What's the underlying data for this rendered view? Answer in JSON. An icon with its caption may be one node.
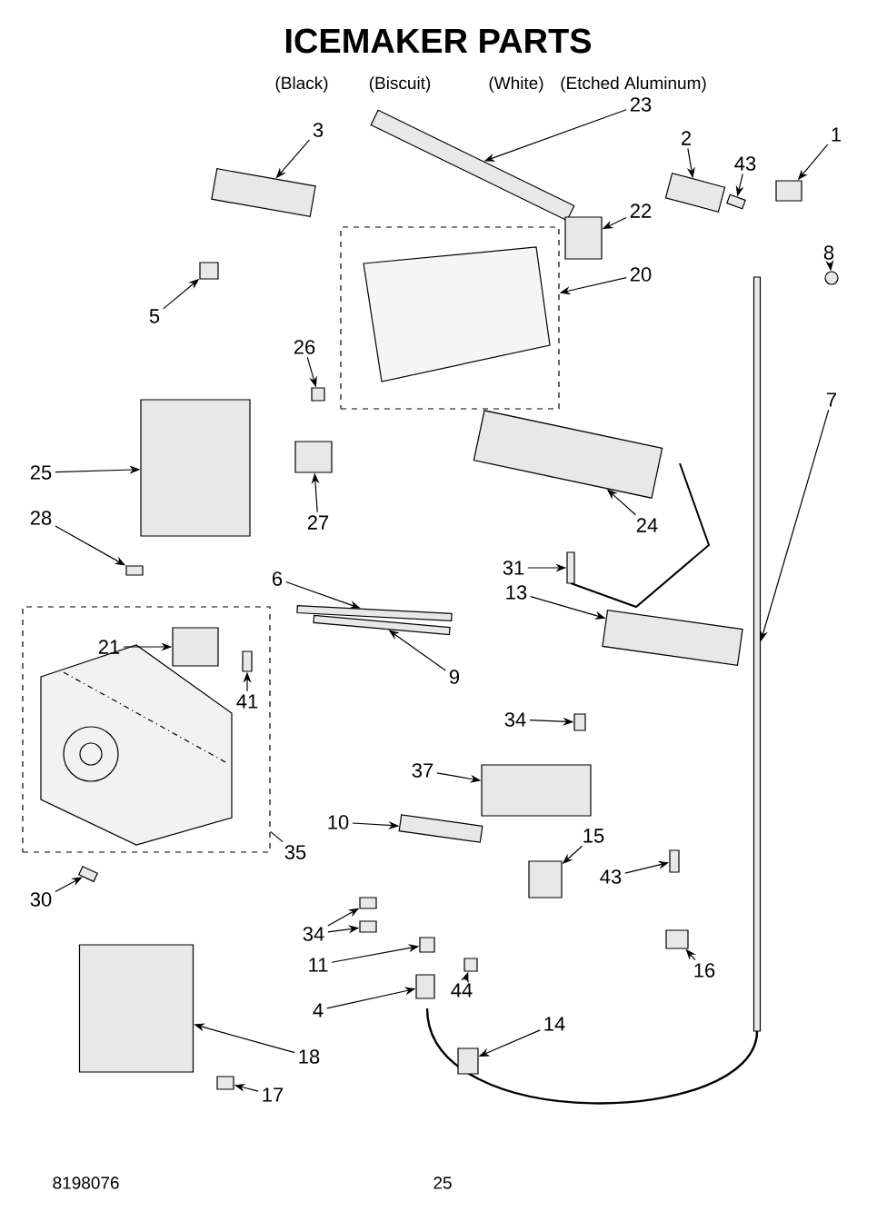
{
  "diagram": {
    "title": "ICEMAKER PARTS",
    "nodes": [
      {
        "text": [
          "3"
        ]
      },
      {
        "text": [],
        "shape": "box"
      },
      {
        "text": [
          "23"
        ]
      },
      {
        "text": [],
        "shape": "box"
      },
      {
        "text": [
          "2"
        ]
      },
      {
        "text": [],
        "shape": "box"
      },
      {
        "text": [
          "43"
        ]
      },
      {
        "text": [],
        "shape": "box"
      },
      {
        "text": [
          "1"
        ]
      },
      {
        "text": [],
        "shape": "box"
      },
      {
        "text": [
          "22"
        ]
      },
      {
        "text": [],
        "shape": "box"
      },
      {
        "text": [
          "8"
        ]
      },
      {
        "text": [],
        "shape": "circle"
      },
      {
        "text": [
          "20"
        ]
      },
      {
        "text": [],
        "shape": "box"
      },
      {
        "text": [
          "5"
        ]
      },
      {
        "text": [],
        "shape": "box"
      },
      {
        "text": [
          "26"
        ]
      },
      {
        "text": [],
        "shape": "box"
      },
      {
        "text": [
          "7"
        ]
      },
      {
        "text": [],
        "shape": "box"
      },
      {
        "text": [
          "25"
        ]
      },
      {
        "text": [],
        "shape": "box"
      },
      {
        "text": [
          "27"
        ]
      },
      {
        "text": [],
        "shape": "box"
      },
      {
        "text": [
          "24"
        ]
      },
      {
        "text": [],
        "shape": "box"
      },
      {
        "text": [
          "28"
        ]
      },
      {
        "text": [],
        "shape": "box"
      },
      {
        "text": [
          "6"
        ]
      },
      {
        "text": [],
        "shape": "box"
      },
      {
        "text": [
          "31"
        ]
      },
      {
        "text": [],
        "shape": "box"
      },
      {
        "text": [
          "13"
        ]
      },
      {
        "text": [],
        "shape": "box"
      },
      {
        "text": [
          "35"
        ]
      },
      {
        "text": [],
        "shape": "box"
      },
      {
        "text": [
          "21"
        ],
        "in": 37
      },
      {
        "text": [],
        "shape": "box",
        "in": 37
      },
      {
        "text": [
          "41"
        ],
        "in": 37
      },
      {
        "text": [],
        "shape": "box",
        "in": 37
      },
      {
        "text": [
          "9"
        ]
      },
      {
        "text": [],
        "shape": "box"
      },
      {
        "text": [
          "34"
        ]
      },
      {
        "text": [],
        "shape": "box"
      },
      {
        "text": [
          "37"
        ]
      },
      {
        "text": [],
        "shape": "box"
      },
      {
        "text": [
          "10"
        ]
      },
      {
        "text": [],
        "shape": "box"
      },
      {
        "text": [
          "30"
        ]
      },
      {
        "text": [],
        "shape": "box"
      },
      {
        "text": [
          "15"
        ]
      },
      {
        "text": [],
        "shape": "box"
      },
      {
        "text": [
          "43"
        ]
      },
      {
        "text": [],
        "shape": "box"
      },
      {
        "text": [
          "34"
        ]
      },
      {
        "text": [],
        "shape": "box"
      },
      {
        "text": [],
        "shape": "box"
      },
      {
        "text": [
          "11"
        ]
      },
      {
        "text": [],
        "shape": "box"
      },
      {
        "text": [
          "16"
        ]
      },
      {
        "text": [],
        "shape": "box"
      },
      {
        "text": [
          "4"
        ]
      },
      {
        "text": [],
        "shape": "box"
      },
      {
        "text": [
          "44"
        ]
      },
      {
        "text": [],
        "shape": "box"
      },
      {
        "text": [
          "14"
        ]
      },
      {
        "text": [],
        "shape": "box"
      },
      {
        "text": [
          "18"
        ]
      },
      {
        "text": [],
        "shape": "box"
      },
      {
        "text": [
          "17"
        ]
      },
      {
        "text": [],
        "shape": "box"
      }
    ],
    "edges": [
      {
        "from": 0,
        "to": 1,
        "arrow": "to"
      },
      {
        "from": 2,
        "to": 3,
        "arrow": "to"
      },
      {
        "from": 4,
        "to": 5,
        "arrow": "to"
      },
      {
        "from": 6,
        "to": 7,
        "arrow": "to"
      },
      {
        "from": 8,
        "to": 9,
        "arrow": "to"
      },
      {
        "from": 10,
        "to": 11,
        "arrow": "to"
      },
      {
        "from": 12,
        "to": 13,
        "arrow": "to"
      },
      {
        "from": 14,
        "to": 15,
        "arrow": "to"
      },
      {
        "from": 16,
        "to": 17,
        "arrow": "to"
      },
      {
        "from": 18,
        "to": 19,
        "arrow": "to"
      },
      {
        "from": 20,
        "to": 21,
        "arrow": "to"
      },
      {
        "from": 22,
        "to": 23,
        "arrow": "to"
      },
      {
        "from": 24,
        "to": 25,
        "arrow": "to"
      },
      {
        "from": 26,
        "to": 27,
        "arrow": "to"
      },
      {
        "from": 28,
        "to": 29,
        "arrow": "to"
      },
      {
        "from": 30,
        "to": 31,
        "arrow": "to"
      },
      {
        "from": 32,
        "to": 33,
        "arrow": "to"
      },
      {
        "from": 34,
        "to": 35,
        "arrow": "to"
      },
      {
        "from": 37,
        "to": 36,
        "arrow": "none"
      },
      {
        "from": 38,
        "to": 39,
        "arrow": "to"
      },
      {
        "from": 40,
        "to": 41,
        "arrow": "to"
      },
      {
        "from": 42,
        "to": 43,
        "arrow": "to"
      },
      {
        "from": 44,
        "to": 45,
        "arrow": "to"
      },
      {
        "from": 46,
        "to": 47,
        "arrow": "to"
      },
      {
        "from": 48,
        "to": 49,
        "arrow": "to"
      },
      {
        "from": 50,
        "to": 51,
        "arrow": "to"
      },
      {
        "from": 52,
        "to": 53,
        "arrow": "to"
      },
      {
        "from": 54,
        "to": 55,
        "arrow": "to"
      },
      {
        "from": 56,
        "to": 57,
        "arrow": "to"
      },
      {
        "from": 56,
        "to": 58,
        "arrow": "to"
      },
      {
        "from": 59,
        "to": 60,
        "arrow": "to"
      },
      {
        "from": 61,
        "to": 62,
        "arrow": "to"
      },
      {
        "from": 63,
        "to": 64,
        "arrow": "to"
      },
      {
        "from": 65,
        "to": 66,
        "arrow": "to"
      },
      {
        "from": 67,
        "to": 68,
        "arrow": "to"
      },
      {
        "from": 69,
        "to": 70,
        "arrow": "to"
      },
      {
        "from": 71,
        "to": 72,
        "arrow": "to"
      }
    ],
    "labels": [
      "(Black)",
      "(Biscuit)",
      "(White)",
      "(Etched Aluminum)",
      "8198076",
      "25"
    ]
  }
}
